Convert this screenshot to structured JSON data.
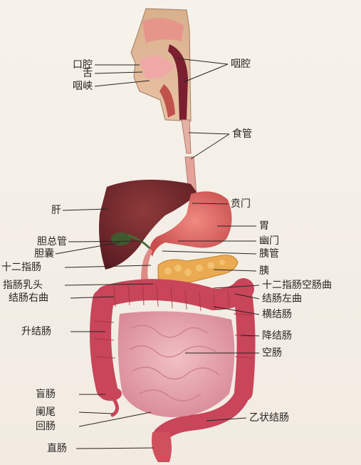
{
  "labels": {
    "mouth": "口腔",
    "tongue": "舌",
    "fauces": "咽峡",
    "pharynx": "咽腔",
    "esophagus": "食管",
    "liver": "肝",
    "cardia": "贲门",
    "stomach": "胃",
    "common_bile_duct": "胆总管",
    "pylorus": "幽门",
    "gallbladder": "胆囊",
    "pancreatic_duct": "胰管",
    "duodenum": "十二指肠",
    "pancreas": "胰",
    "duodenal_papilla": "指肠乳头",
    "duodenojejunal_flexure": "十二指肠空肠曲",
    "right_colic_flexure": "结肠右曲",
    "left_colic_flexure": "结肠左曲",
    "transverse_colon": "横结肠",
    "ascending_colon": "升结肠",
    "descending_colon": "降结肠",
    "jejunum": "空肠",
    "cecum": "盲肠",
    "appendix": "阑尾",
    "ileum": "回肠",
    "sigmoid_colon": "乙状结肠",
    "rectum": "直肠"
  },
  "colors": {
    "background": "#f3eee6",
    "liver": "#7a2a2e",
    "stomach": "#e0706a",
    "pancreas": "#e8a84a",
    "colon": "#c8455a",
    "small_intestine": "#e7a6b0",
    "head": "#e8b59c",
    "leader_line": "#2a2422"
  }
}
